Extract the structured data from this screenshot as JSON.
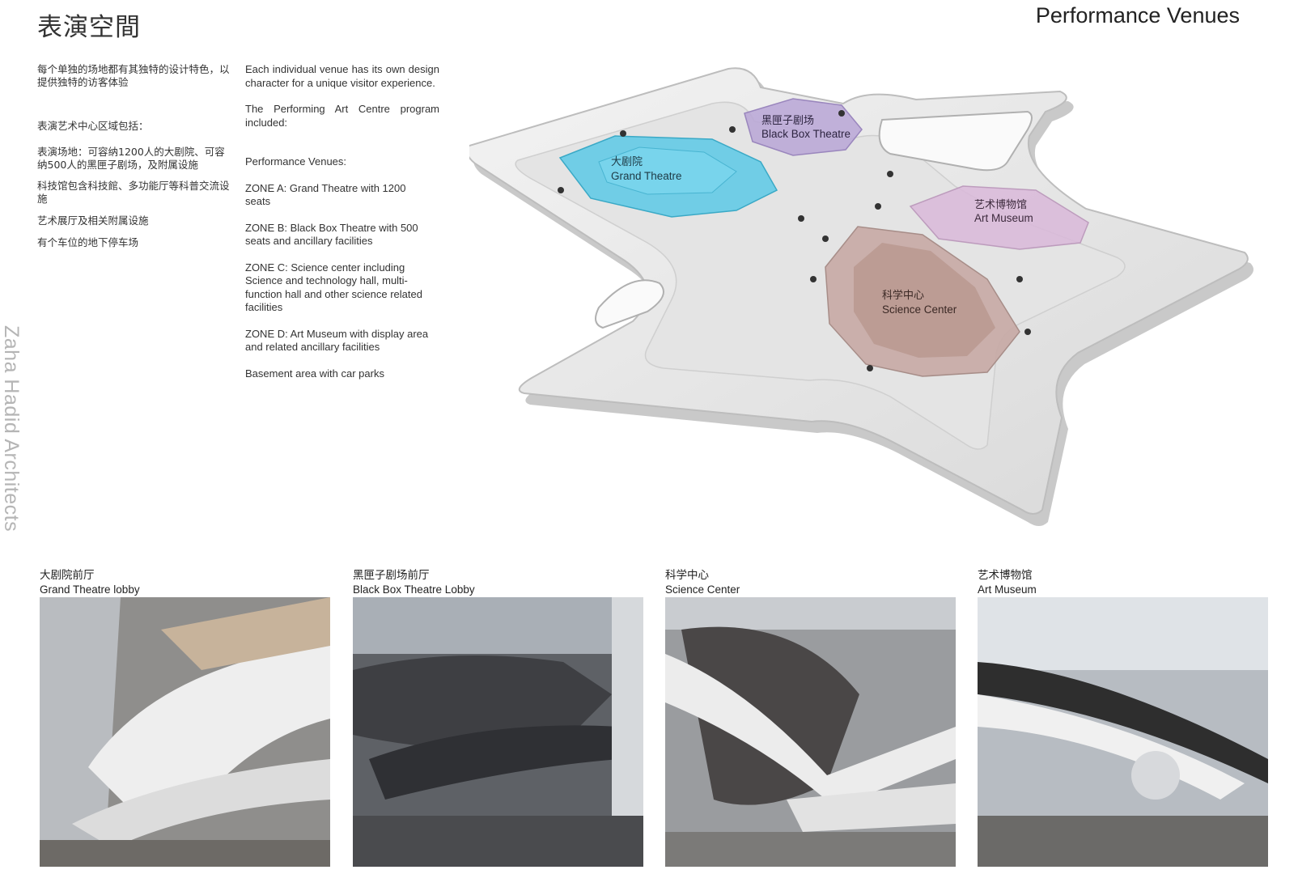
{
  "header": {
    "title_cn": "表演空間",
    "title_en": "Performance Venues"
  },
  "side_brand": "Zaha Hadid Architects",
  "text_cn": {
    "intro": "每个单独的场地都有其独特的设计特色，以提供独特的访客体验",
    "program_label": "表演艺术中心区域包括：",
    "item_a": "表演场地：可容纳1200人的大剧院、可容纳500人的黑匣子剧场，及附属设施",
    "item_b": "科技馆包含科技館、多功能厅等科普交流设施",
    "item_c": "艺术展厅及相关附属设施",
    "item_d": "有个车位的地下停车场"
  },
  "text_en": {
    "intro": "Each individual venue has its own design character for a unique visitor experience.",
    "program": "The Performing Art Centre program included:",
    "venues_label": "Performance Venues:",
    "zone_a": "ZONE A: Grand Theatre with 1200 seats",
    "zone_b": "ZONE B: Black Box Theatre with 500 seats and ancillary facilities",
    "zone_c": "ZONE C: Science center including Science and technology hall, multi-function hall and other science related facilities",
    "zone_d": "ZONE D: Art Museum with display area and related ancillary facilities",
    "basement": "Basement area with car parks"
  },
  "plan_labels": {
    "grand_cn": "大剧院",
    "grand_en": "Grand Theatre",
    "blackbox_cn": "黑匣子剧场",
    "blackbox_en": "Black Box Theatre",
    "museum_cn": "艺术博物馆",
    "museum_en": "Art Museum",
    "science_cn": "科学中心",
    "science_en": "Science Center"
  },
  "plan_colors": {
    "grand": "#5cc9e6",
    "blackbox": "#b9a6d6",
    "museum": "#d9b9d9",
    "science": "#c7a9a4",
    "slab": "#e9e9e9",
    "edge": "#b8b8b8"
  },
  "gallery": [
    {
      "cn": "大剧院前厅",
      "en": "Grand Theatre lobby"
    },
    {
      "cn": "黑匣子剧场前厅",
      "en": "Black Box Theatre Lobby"
    },
    {
      "cn": "科学中心",
      "en": "Science Center"
    },
    {
      "cn": "艺术博物馆",
      "en": "Art Museum"
    }
  ]
}
